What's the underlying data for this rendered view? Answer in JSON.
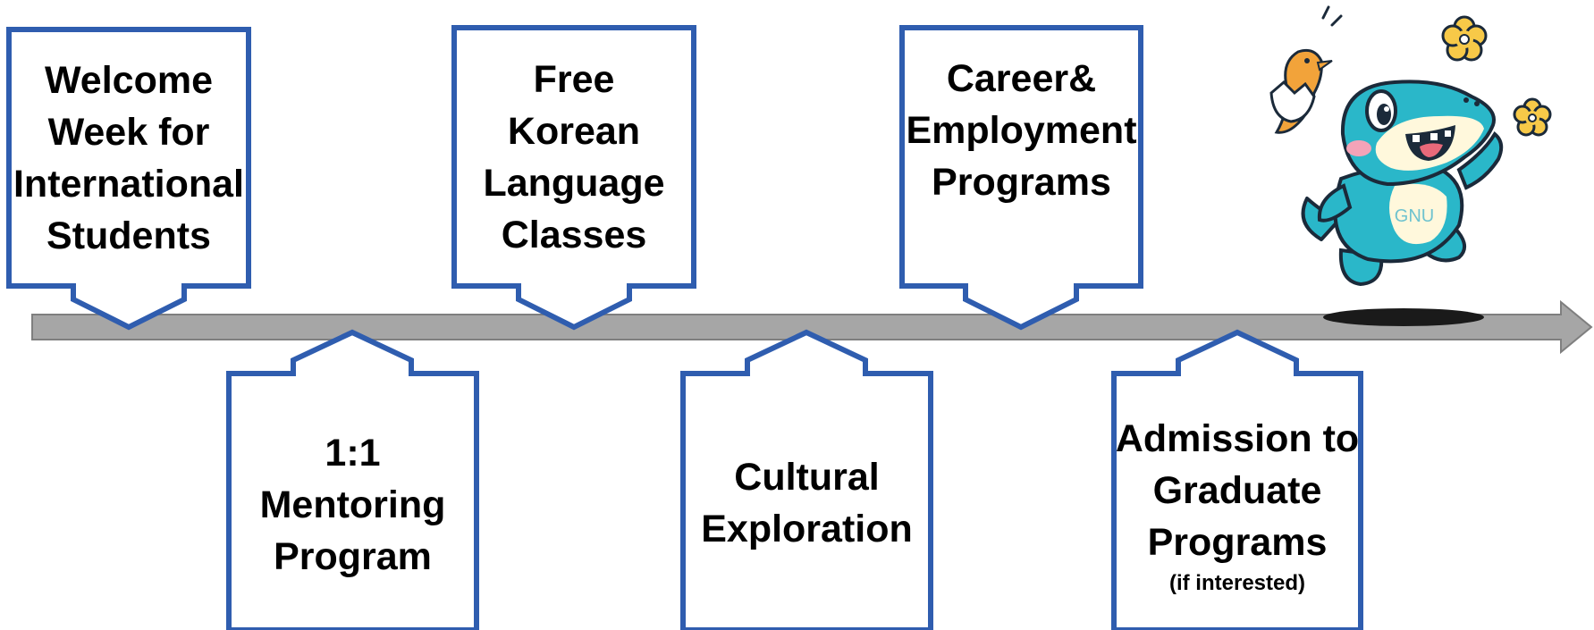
{
  "timeline": {
    "colors": {
      "border": "#2F5DAF",
      "bar": "#A6A6A6",
      "bar_border": "#7F7F7F",
      "text": "#000000"
    },
    "milestones": [
      {
        "id": "welcome",
        "position": "above",
        "lines": [
          "Welcome",
          "Week for",
          "International",
          "Students"
        ],
        "note": ""
      },
      {
        "id": "mentoring",
        "position": "below",
        "lines": [
          "1:1",
          "Mentoring",
          "Program"
        ],
        "note": ""
      },
      {
        "id": "korean",
        "position": "above",
        "lines": [
          "Free",
          "Korean",
          "Language",
          "Classes"
        ],
        "note": ""
      },
      {
        "id": "cultural",
        "position": "below",
        "lines": [
          "Cultural",
          "Exploration"
        ],
        "note": ""
      },
      {
        "id": "career",
        "position": "above",
        "lines": [
          "Career&",
          "Employment",
          "Programs"
        ],
        "note": ""
      },
      {
        "id": "graduate",
        "position": "below",
        "lines": [
          "Admission to",
          "Graduate",
          "Programs"
        ],
        "note": "(if interested)"
      }
    ]
  },
  "mascot": {
    "badge_text": "GNU",
    "colors": {
      "body": "#2AB7C9",
      "belly": "#FFF8DC",
      "flower": "#F7C948",
      "chick": "#F2A33A"
    }
  }
}
